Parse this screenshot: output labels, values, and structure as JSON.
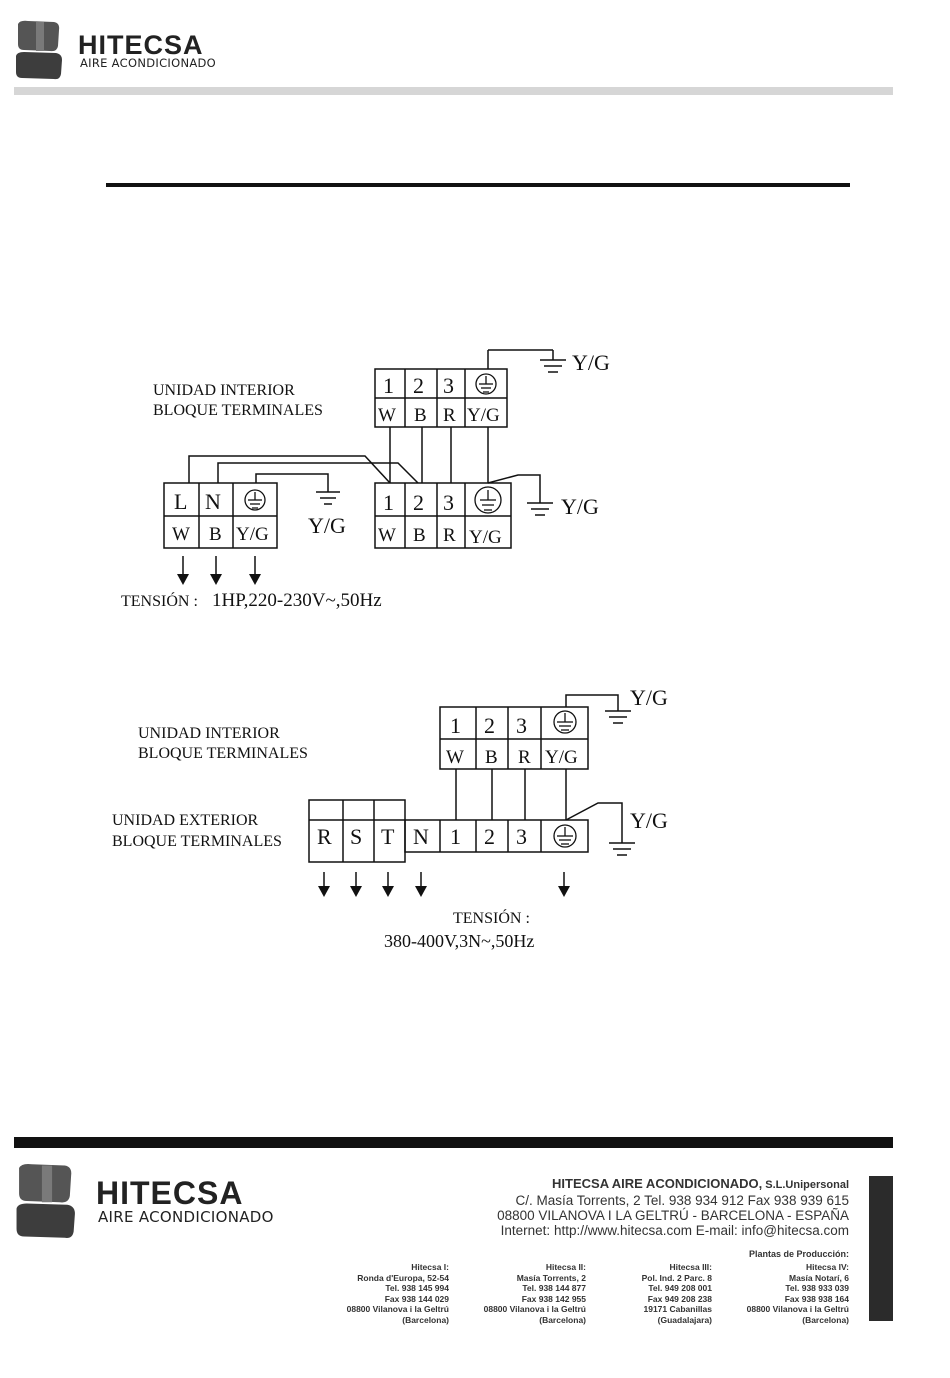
{
  "header": {
    "brand": "HITECSA",
    "subtitle": "AIRE ACONDICIONADO"
  },
  "diagram1": {
    "indoor_label_1": "UNIDAD INTERIOR",
    "indoor_label_2": "BLOQUE TERMINALES",
    "top_block": {
      "top": [
        "1",
        "2",
        "3",
        "⏚"
      ],
      "bottom": [
        "W",
        "B",
        "R",
        "Y/G"
      ]
    },
    "left_block": {
      "top": [
        "L",
        "N",
        "⏚"
      ],
      "bottom": [
        "W",
        "B",
        "Y/G"
      ]
    },
    "mid_block": {
      "top": [
        "1",
        "2",
        "3",
        "⏚"
      ],
      "bottom": [
        "W",
        "B",
        "R",
        "Y/G"
      ]
    },
    "ground_label": "Y/G",
    "tension_label": "TENSIÓN :",
    "tension_value": "1HP,220-230V~,50Hz"
  },
  "diagram2": {
    "indoor_label_1": "UNIDAD INTERIOR",
    "indoor_label_2": "BLOQUE TERMINALES",
    "outdoor_label_1": "UNIDAD EXTERIOR",
    "outdoor_label_2": "BLOQUE TERMINALES",
    "top_block": {
      "top": [
        "1",
        "2",
        "3",
        "⏚"
      ],
      "bottom": [
        "W",
        "B",
        "R",
        "Y/G"
      ]
    },
    "bottom_row": [
      "R",
      "S",
      "T",
      "N",
      "1",
      "2",
      "3",
      "⏚"
    ],
    "ground_label": "Y/G",
    "tension_label": "TENSIÓN :",
    "tension_value": "380-400V,3N~,50Hz"
  },
  "footer": {
    "brand": "HITECSA",
    "subtitle": "AIRE ACONDICIONADO",
    "company_name": "HITECSA AIRE ACONDICIONADO,",
    "company_suffix": " S.L.Unipersonal",
    "address_1": "C/. Masía Torrents, 2  Tel. 938 934 912  Fax 938 939 615",
    "address_2": "08800 VILANOVA I LA GELTRÚ - BARCELONA - ESPAÑA",
    "internet": "Internet: http://www.hitecsa.com  E-mail: info@hitecsa.com",
    "plants_title": "Plantas de Producción:",
    "plants": [
      {
        "lines": [
          "Hitecsa I:",
          "Ronda d'Europa, 52-54",
          "Tel. 938 145 994",
          "Fax 938 144 029",
          "08800 Vilanova i la Geltrú",
          "(Barcelona)"
        ]
      },
      {
        "lines": [
          "Hitecsa II:",
          "Masía Torrents, 2",
          "Tel. 938 144 877",
          "Fax 938 142 955",
          "08800 Vilanova i la Geltrú",
          "(Barcelona)"
        ]
      },
      {
        "lines": [
          "Hitecsa III:",
          "Pol. Ind. 2 Parc. 8",
          "Tel. 949 208 001",
          "Fax 949 208 238",
          "19171 Cabanillas",
          "(Guadalajara)"
        ]
      },
      {
        "lines": [
          "Hitecsa IV:",
          "Masía Notarí, 6",
          "Tel. 938 933 039",
          "Fax 938 938 164",
          "08800 Vilanova i la Geltrú",
          "(Barcelona)"
        ]
      }
    ]
  }
}
